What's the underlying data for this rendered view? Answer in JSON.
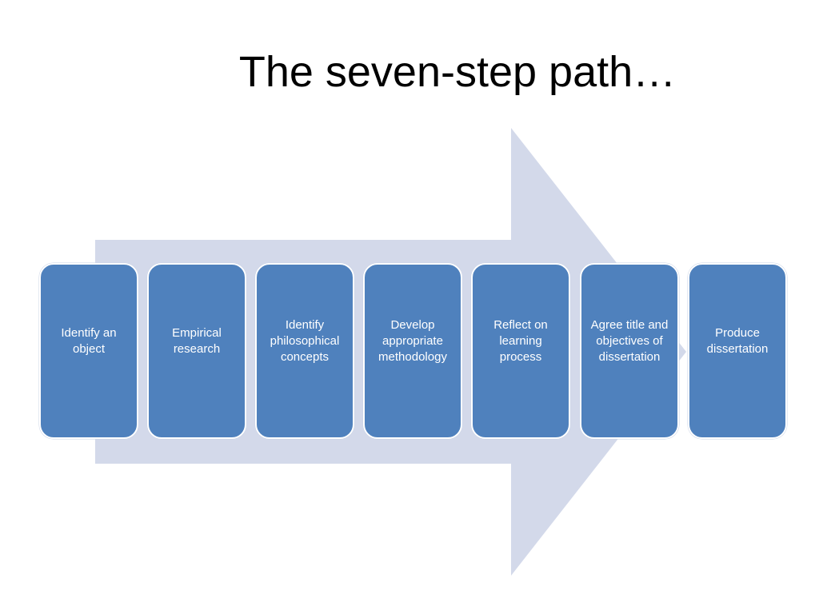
{
  "title": "The seven-step path…",
  "colors": {
    "arrow": "#d3d9ea",
    "step_fill": "#4f81bd",
    "step_text": "#ffffff"
  },
  "steps": [
    {
      "label": "Identify an object"
    },
    {
      "label": "Empirical research"
    },
    {
      "label": "Identify philosophical concepts"
    },
    {
      "label": "Develop appropriate methodology"
    },
    {
      "label": "Reflect on learning process"
    },
    {
      "label": "Agree title and objectives of dissertation"
    },
    {
      "label": "Produce dissertation"
    }
  ]
}
